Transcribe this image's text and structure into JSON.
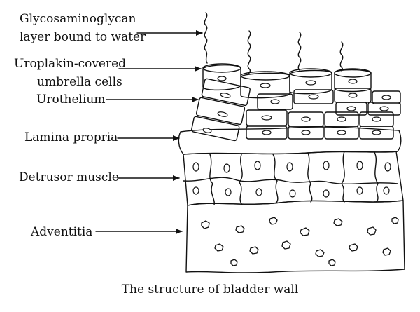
{
  "labels": {
    "gag_line1": "Glycosaminoglycan",
    "gag_line2": "layer bound to water",
    "uro_line1": "Uroplakin-covered",
    "uro_line2": "umbrella cells",
    "urothelium": "Urothelium",
    "lamina": "Lamina propria",
    "detrusor": "Detrusor muscle",
    "adventitia": "Adventitia"
  },
  "caption": "The structure of bladder wall"
}
